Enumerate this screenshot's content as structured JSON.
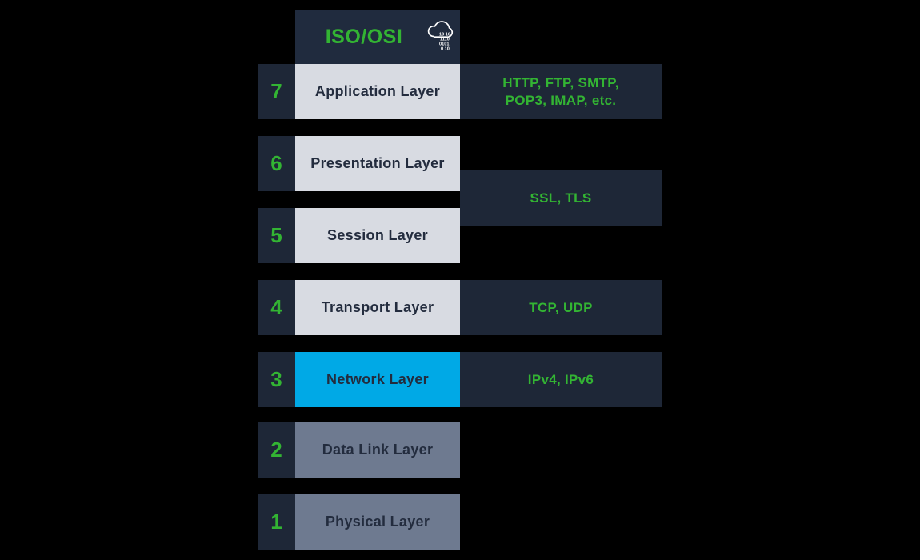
{
  "title": "ISO/OSI",
  "cloud_icon": {
    "binary_lines": [
      "10 10",
      "1110",
      "0101",
      "0 10"
    ]
  },
  "colors": {
    "background": "#000000",
    "header_navy": "#202b3e",
    "box_navy": "#1e2737",
    "light_gray": "#d8dbe2",
    "slate": "#6e7a90",
    "cyan": "#00a9e6",
    "green": "#33b433",
    "dark_text": "#232c3e",
    "white": "#ffffff"
  },
  "rows": [
    {
      "num": "7",
      "label": "Application Layer",
      "protocol_lines": [
        "HTTP, FTP, SMTP,",
        "POP3, IMAP, etc."
      ]
    },
    {
      "num": "6",
      "label": "Presentation Layer"
    },
    {
      "num": "5",
      "label": "Session Layer"
    },
    {
      "num": "4",
      "label": "Transport Layer",
      "protocol_lines": [
        "TCP, UDP"
      ]
    },
    {
      "num": "3",
      "label": "Network Layer",
      "protocol_lines": [
        "IPv4, IPv6"
      ]
    },
    {
      "num": "2",
      "label": "Data Link Layer"
    },
    {
      "num": "1",
      "label": "Physical Layer"
    }
  ],
  "shared_protocol": {
    "label": "SSL, TLS"
  }
}
